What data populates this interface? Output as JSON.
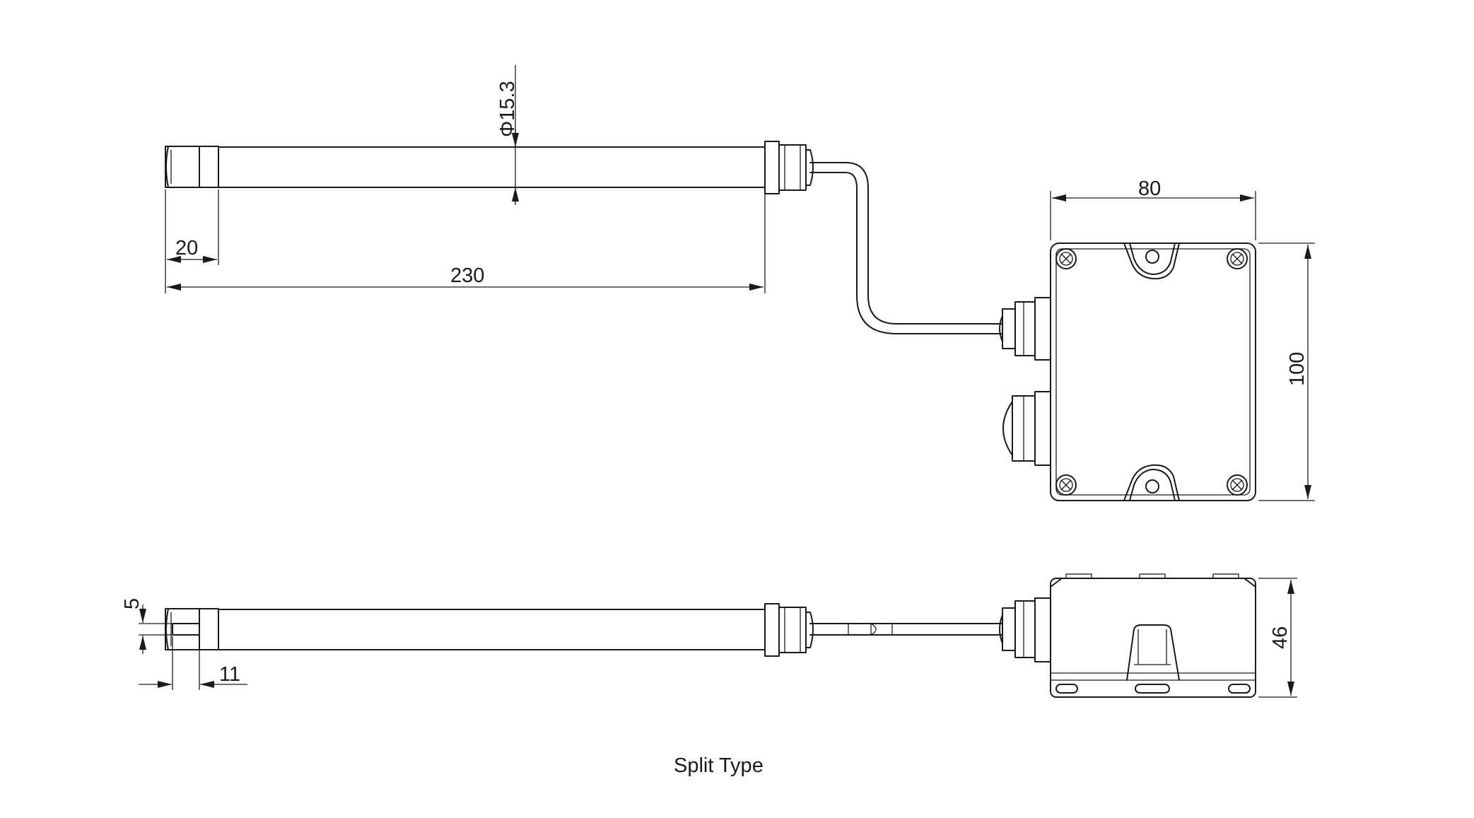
{
  "caption": "Split Type",
  "dimensions": {
    "probe_diameter": "Φ15.3",
    "tip_length": "20",
    "probe_length": "230",
    "box_width": "80",
    "box_height": "100",
    "box_depth": "46",
    "slot_width": "5",
    "slot_length": "11"
  },
  "colors": {
    "line": "#1a1a1a",
    "background": "#ffffff"
  }
}
